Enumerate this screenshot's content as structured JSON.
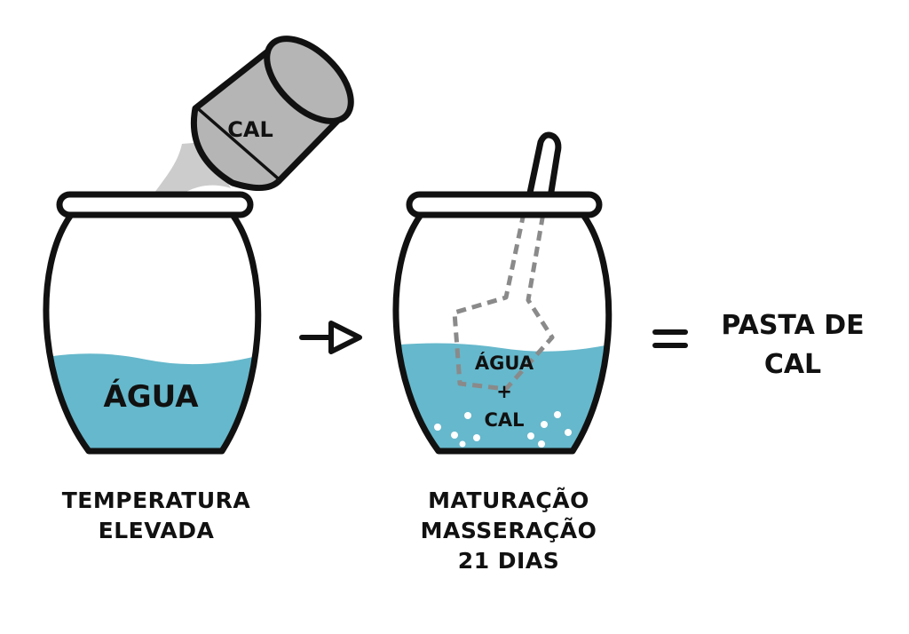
{
  "colors": {
    "water": "#66b8cc",
    "lime_can": "#b5b5b5",
    "lime_powder": "#cccccc",
    "outline": "#111111",
    "spoon_dash": "#8a8a8a",
    "particles": "#ffffff"
  },
  "can": {
    "label": "CAL",
    "icon": "lime-can-icon"
  },
  "jar_left": {
    "label": "ÁGUA"
  },
  "jar_right": {
    "label_top": "ÁGUA",
    "plus": "+",
    "label_bottom": "CAL"
  },
  "arrow": {
    "icon": "arrow-right-icon"
  },
  "equals": "=",
  "result": {
    "line1": "PASTA DE",
    "line2": "CAL"
  },
  "caption_left": {
    "line1": "TEMPERATURA",
    "line2": "ELEVADA"
  },
  "caption_right": {
    "line1": "MATURAÇÃO",
    "line2": "MASSERAÇÃO",
    "line3": "21 DIAS"
  }
}
